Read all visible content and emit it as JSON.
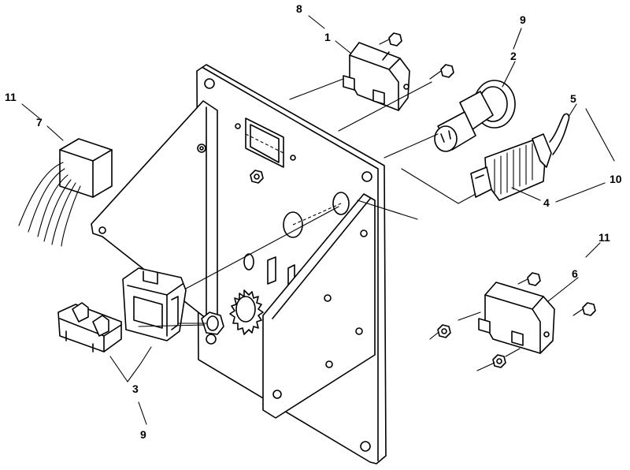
{
  "callouts": [
    {
      "id": "c8",
      "text": "8"
    },
    {
      "id": "c1",
      "text": "1"
    },
    {
      "id": "c9a",
      "text": "9"
    },
    {
      "id": "c2",
      "text": "2"
    },
    {
      "id": "c5",
      "text": "5"
    },
    {
      "id": "c10",
      "text": "10"
    },
    {
      "id": "c4",
      "text": "4"
    },
    {
      "id": "c11a",
      "text": "11"
    },
    {
      "id": "c7",
      "text": "7"
    },
    {
      "id": "c11b",
      "text": "11"
    },
    {
      "id": "c6",
      "text": "6"
    },
    {
      "id": "c3",
      "text": "3"
    },
    {
      "id": "c9b",
      "text": "9"
    }
  ]
}
